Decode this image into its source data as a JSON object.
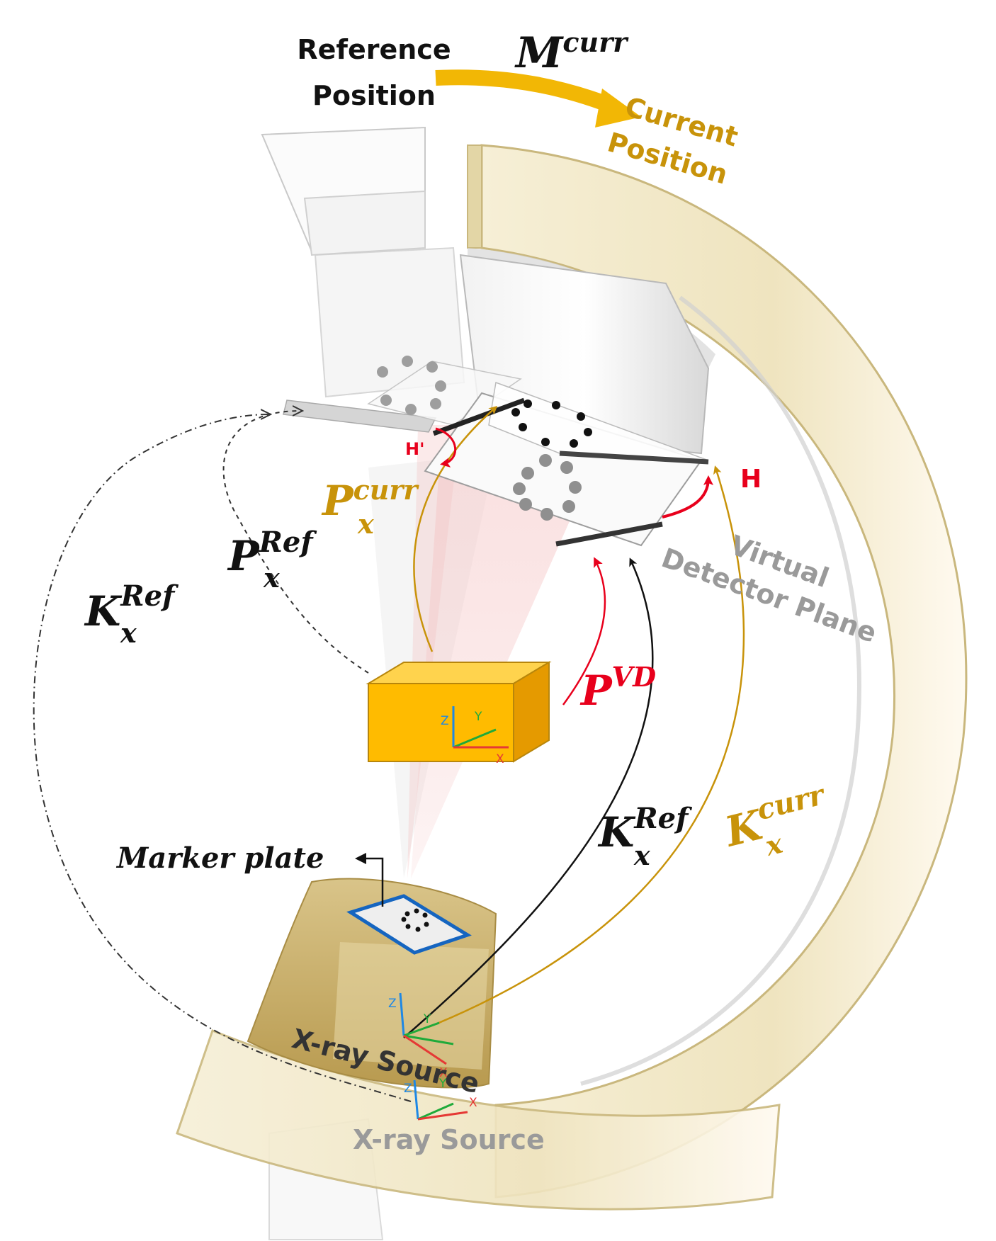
{
  "labels": {
    "reference_position_line1": "Reference",
    "reference_position_line2": "Position",
    "m_curr": {
      "base": "M",
      "sup": "curr"
    },
    "current_position_line1": "Current",
    "current_position_line2": "Position",
    "h_prime": "H'",
    "h": "H",
    "p_x_curr": {
      "base": "P",
      "sup": "curr",
      "sub": "x"
    },
    "p_x_ref": {
      "base": "P",
      "sup": "Ref",
      "sub": "x"
    },
    "k_x_ref_left": {
      "base": "K",
      "sup": "Ref",
      "sub": "x"
    },
    "virtual_detector_line1": "Virtual",
    "virtual_detector_line2": "Detector Plane",
    "p_vd": {
      "base": "P",
      "sup": "VD"
    },
    "k_x_ref_center": {
      "base": "K",
      "sup": "Ref",
      "sub": "x"
    },
    "k_x_curr": {
      "base": "K",
      "sup": "curr",
      "sub": "x"
    },
    "marker_plate": "Marker plate",
    "xray_source_current": "X-ray Source",
    "xray_source_reference": "X-ray Source"
  },
  "axes": {
    "x": "X",
    "y": "Y",
    "z": "Z"
  },
  "colors": {
    "gold": "#c8930a",
    "gold_arrow": "#f2b705",
    "red": "#e8001c",
    "gray_text": "#9a9a9a",
    "black": "#111111",
    "box_front": "#ffbb00",
    "box_top": "#ffd34d",
    "box_side": "#e59a00",
    "cream": "#efe6c4",
    "axis_blue": "#1e88e5",
    "axis_green": "#1faa3a",
    "axis_red": "#e53935"
  }
}
